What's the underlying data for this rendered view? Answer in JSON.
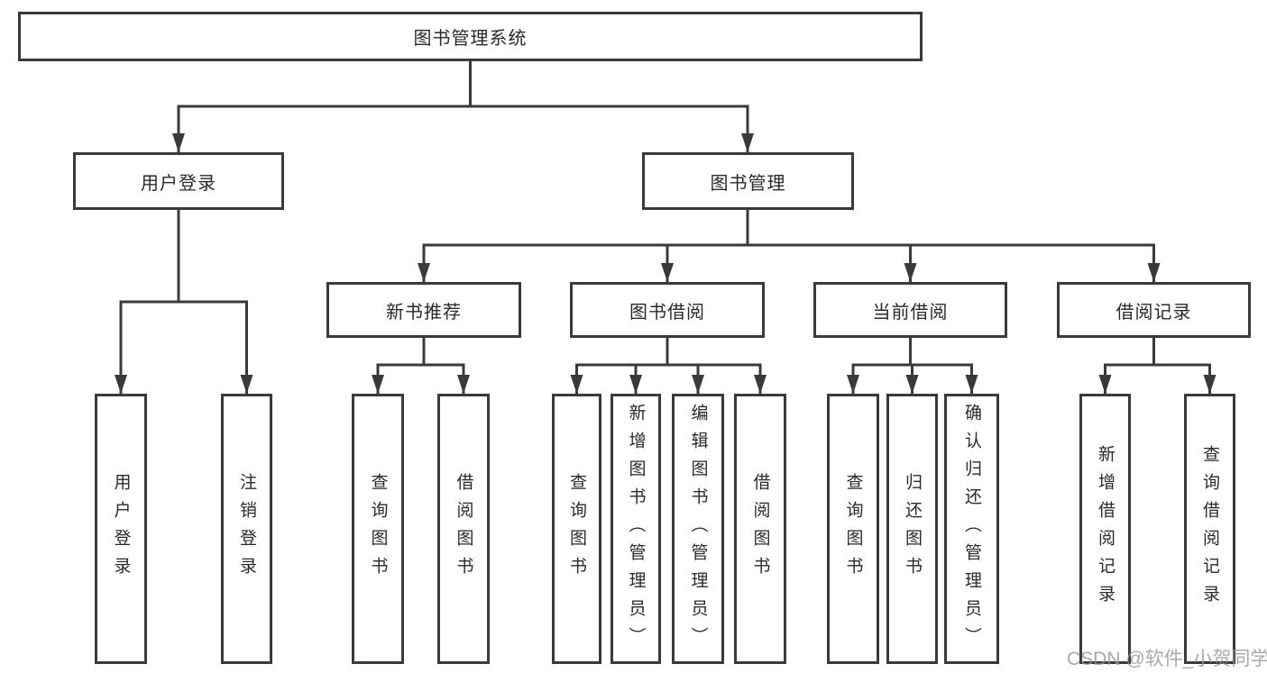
{
  "diagram": {
    "root": {
      "label": "图书管理系统"
    },
    "branches": [
      {
        "label": "用户登录",
        "leaves": [
          "用户登录",
          "注销登录"
        ]
      },
      {
        "label": "图书管理",
        "groups": [
          {
            "label": "新书推荐",
            "leaves": [
              "查询图书",
              "借阅图书"
            ]
          },
          {
            "label": "图书借阅",
            "leaves": [
              "查询图书",
              "新增图书（管理员）",
              "编辑图书（管理员）",
              "借阅图书"
            ]
          },
          {
            "label": "当前借阅",
            "leaves": [
              "查询图书",
              "归还图书",
              "确认归还（管理员）"
            ]
          },
          {
            "label": "借阅记录",
            "leaves": [
              "新增借阅记录",
              "查询借阅记录"
            ]
          }
        ]
      }
    ],
    "watermark": "CSDN @软件_小贺同学"
  },
  "colors": {
    "line": "#3a3a3a",
    "text": "#2a2a2a",
    "watermark": "rgba(148,148,148,0.8)",
    "background": "#ffffff"
  }
}
